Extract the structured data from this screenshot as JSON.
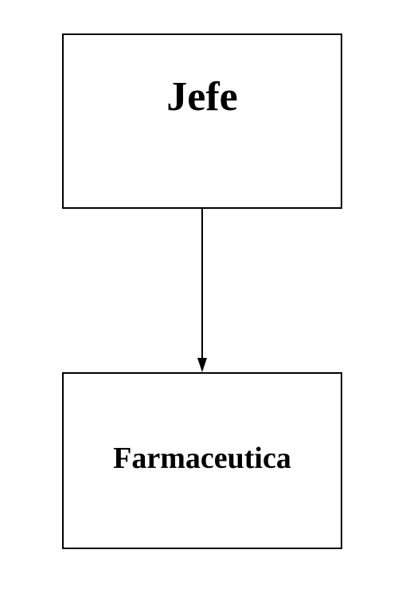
{
  "diagram": {
    "nodes": [
      {
        "id": "jefe",
        "label": "Jefe"
      },
      {
        "id": "farmaceutica",
        "label": "Farmaceutica"
      }
    ],
    "edges": [
      {
        "from": "jefe",
        "to": "farmaceutica",
        "arrow": "end"
      }
    ]
  },
  "colors": {
    "line": "#000000",
    "background": "#ffffff"
  }
}
